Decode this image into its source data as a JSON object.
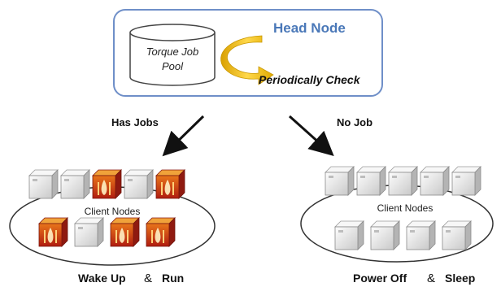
{
  "head_node": {
    "title": "Head Node",
    "pool_line1": "Torque Job",
    "pool_line2": "Pool",
    "check_label": "Periodically Check"
  },
  "left": {
    "arrow_label": "Has Jobs",
    "cluster_label": "Client Nodes",
    "caption_a": "Wake Up",
    "caption_amp": "&",
    "caption_b": "Run",
    "nodes_top": [
      "sleep",
      "sleep",
      "active",
      "sleep",
      "active"
    ],
    "nodes_bottom": [
      "active",
      "sleep",
      "active",
      "active"
    ]
  },
  "right": {
    "arrow_label": "No Job",
    "cluster_label": "Client Nodes",
    "caption_a": "Power Off",
    "caption_amp": "&",
    "caption_b": "Sleep",
    "nodes_top": [
      "sleep",
      "sleep",
      "sleep",
      "sleep",
      "sleep"
    ],
    "nodes_bottom": [
      "sleep",
      "sleep",
      "sleep",
      "sleep"
    ]
  },
  "colors": {
    "head_border": "#6f8fc8",
    "head_title": "#4a78b8",
    "curve_arrow": "#f2c200",
    "node_active": "#c42a1c",
    "node_sleep": "#d9d9d9",
    "ellipse_stroke": "#333333"
  }
}
